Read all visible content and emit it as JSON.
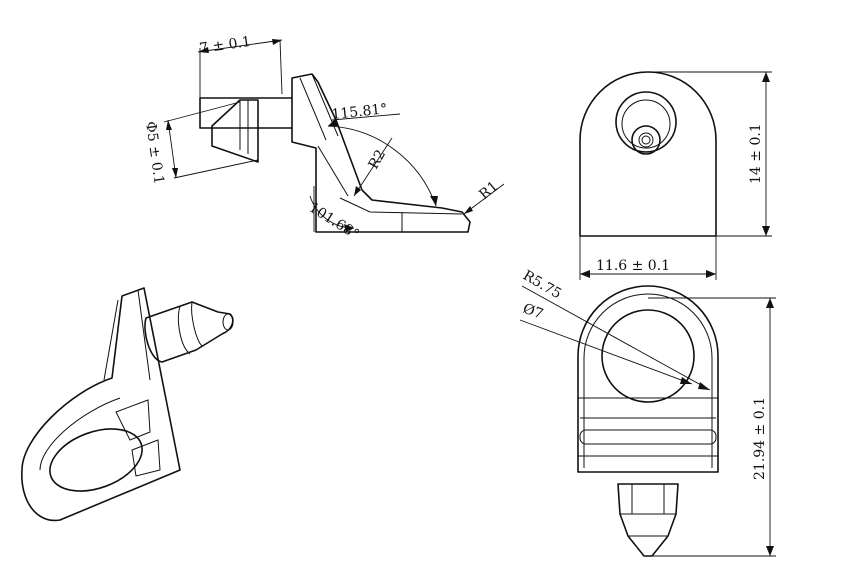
{
  "dimensions": {
    "side_width": "7 ± 0.1",
    "side_diameter": "Φ5 ± 0.1",
    "angle_upper": "115.81°",
    "angle_lower": "101.68°",
    "radius_inner": "R2",
    "radius_tip": "R1",
    "front_height": "14 ± 0.1",
    "front_width": "11.6 ± 0.1",
    "bottom_radius": "R5.75",
    "bottom_diameter": "Ø7",
    "bottom_height": "21.94 ± 0.1"
  }
}
